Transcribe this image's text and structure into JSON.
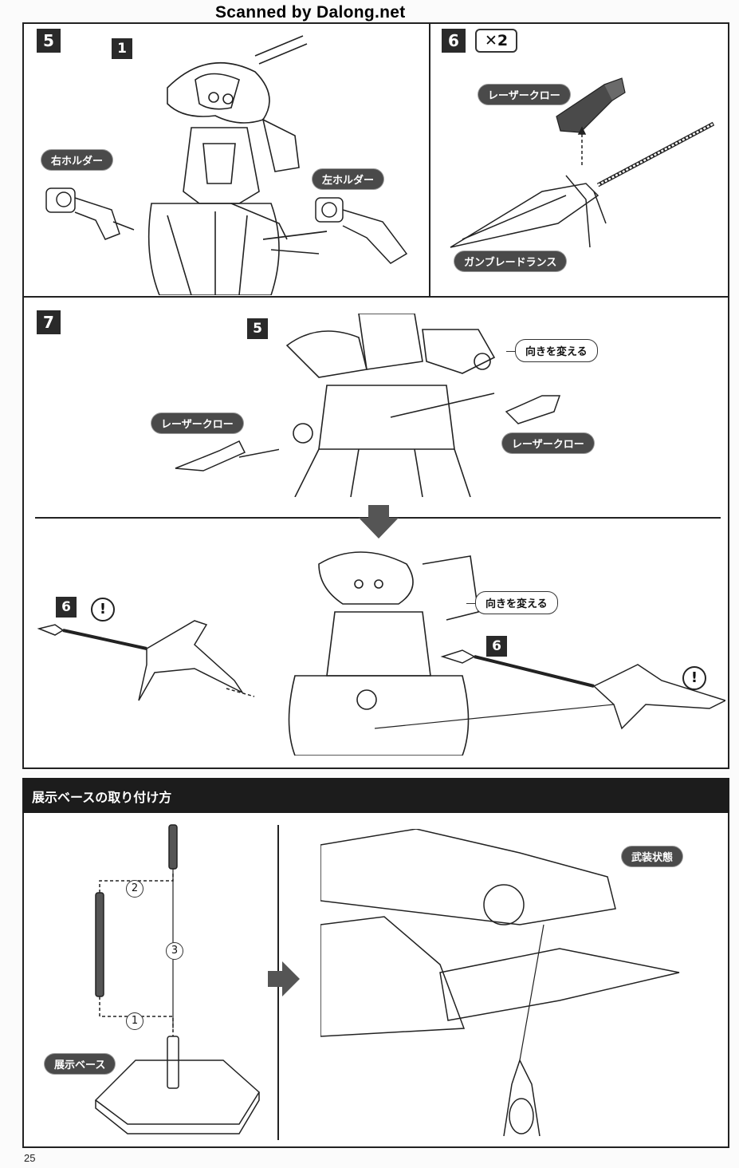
{
  "watermark": "Scanned by Dalong.net",
  "step5": {
    "number": "5",
    "sub_step": "1",
    "right_holder": "右ホルダー",
    "left_holder": "左ホルダー"
  },
  "step6": {
    "number": "6",
    "quantity": "✕2",
    "laser_claw": "レーザークロー",
    "gunblade_lance": "ガンブレードランス"
  },
  "step7": {
    "number": "7",
    "ref_step_top": "5",
    "change_direction_top": "向きを変える",
    "laser_claw_left": "レーザークロー",
    "laser_claw_right": "レーザークロー",
    "change_direction_bottom": "向きを変える",
    "ref_step_left": "6",
    "ref_step_right": "6",
    "warning_symbol": "!"
  },
  "base_section": {
    "title": "展示ベースの取り付け方",
    "display_base": "展示ベース",
    "order_1": "1",
    "order_2": "2",
    "order_3": "3",
    "armed_state": "武装状態"
  },
  "page_number": "25"
}
